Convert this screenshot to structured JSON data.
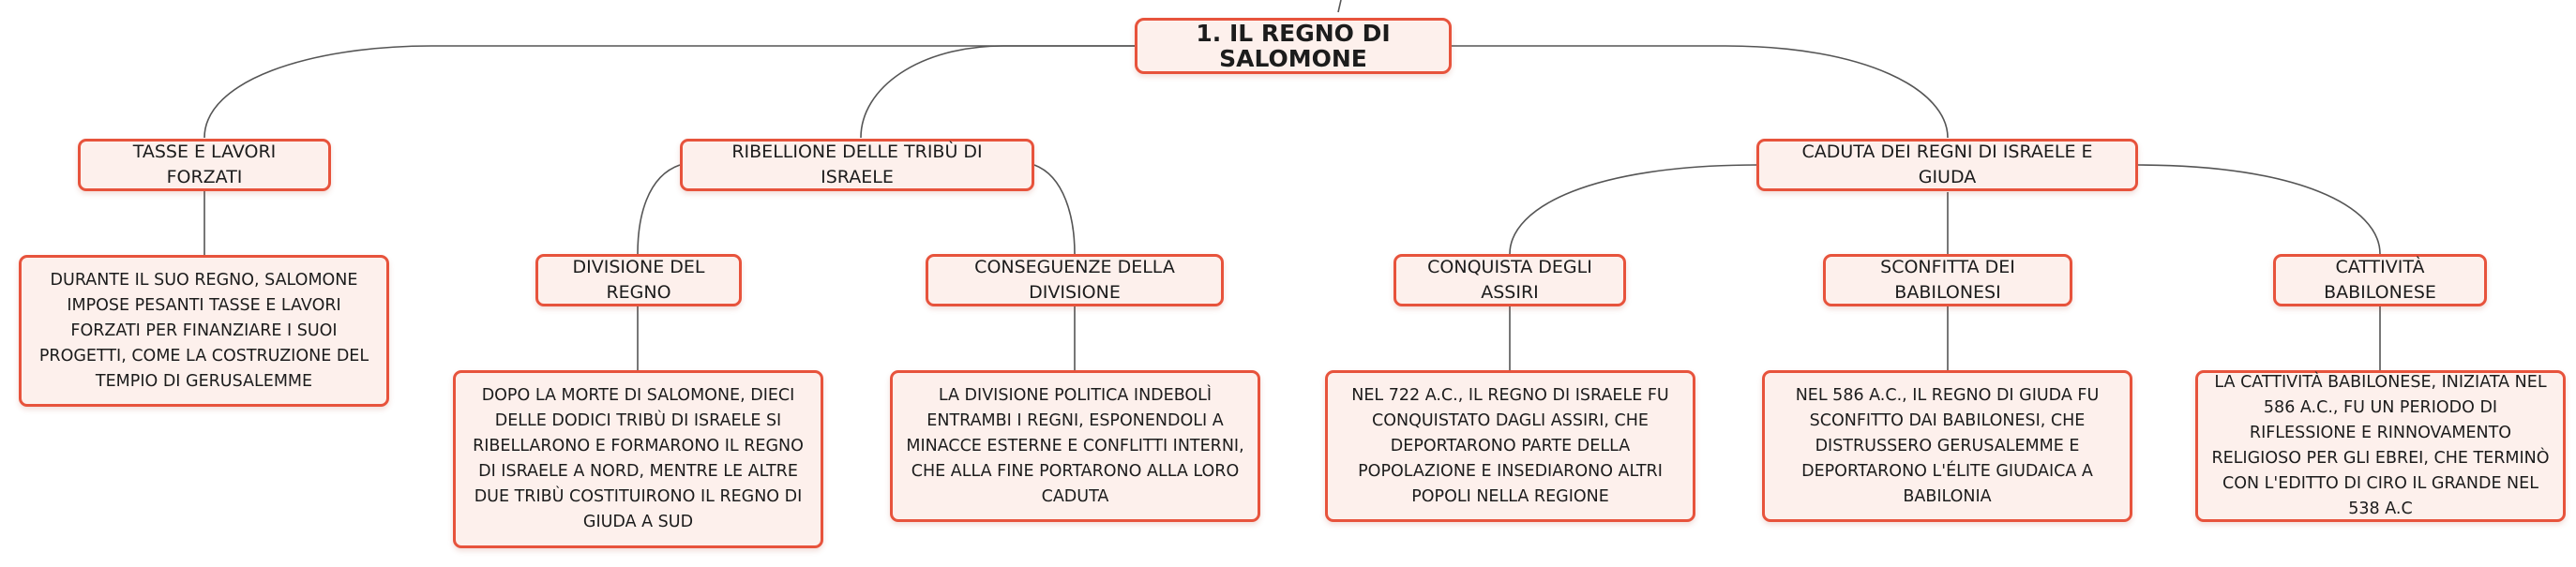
{
  "root": {
    "label": "1. IL REGNO DI SALOMONE"
  },
  "branches": {
    "tasse": {
      "label": "TASSE E LAVORI FORZATI",
      "desc": "DURANTE IL SUO REGNO, SALOMONE IMPOSE PESANTI TASSE E LAVORI FORZATI PER FINANZIARE I SUOI PROGETTI, COME LA COSTRUZIONE DEL TEMPIO DI GERUSALEMME"
    },
    "ribellione": {
      "label": "RIBELLIONE DELLE TRIBÙ DI ISRAELE",
      "children": {
        "divisione": {
          "label": "DIVISIONE DEL REGNO",
          "desc": "DOPO LA MORTE DI SALOMONE, DIECI DELLE DODICI TRIBÙ DI ISRAELE SI RIBELLARONO E FORMARONO IL REGNO DI ISRAELE A NORD, MENTRE LE ALTRE DUE TRIBÙ COSTITUIRONO IL REGNO DI GIUDA A SUD"
        },
        "conseguenze": {
          "label": "CONSEGUENZE DELLA DIVISIONE",
          "desc": "LA DIVISIONE POLITICA INDEBOLÌ ENTRAMBI I REGNI, ESPONENDOLI A MINACCE ESTERNE E CONFLITTI INTERNI, CHE ALLA FINE PORTARONO ALLA LORO CADUTA"
        }
      }
    },
    "caduta": {
      "label": "CADUTA DEI REGNI DI ISRAELE E GIUDA",
      "children": {
        "assiri": {
          "label": "CONQUISTA DEGLI ASSIRI",
          "desc": "NEL 722 A.C., IL REGNO DI ISRAELE FU CONQUISTATO DAGLI ASSIRI, CHE DEPORTARONO PARTE DELLA POPOLAZIONE E INSEDIARONO ALTRI POPOLI NELLA REGIONE"
        },
        "babilonesi": {
          "label": "SCONFITTA DEI BABILONESI",
          "desc": "NEL 586 A.C., IL REGNO DI GIUDA FU SCONFITTO DAI BABILONESI, CHE DISTRUSSERO GERUSALEMME E DEPORTARONO L'ÉLITE GIUDAICA A BABILONIA"
        },
        "cattivita": {
          "label": "CATTIVITÀ BABILONESE",
          "desc": "LA CATTIVITÀ BABILONESE, INIZIATA NEL 586 A.C., FU UN PERIODO DI RIFLESSIONE E RINNOVAMENTO RELIGIOSO PER GLI EBREI, CHE TERMINÒ CON L'EDITTO DI CIRO IL GRANDE NEL 538 A.C"
        }
      }
    }
  },
  "colors": {
    "border": "#e7533c",
    "fill": "#fdf0ec",
    "connector": "#555555",
    "text": "#1c1c1c"
  }
}
